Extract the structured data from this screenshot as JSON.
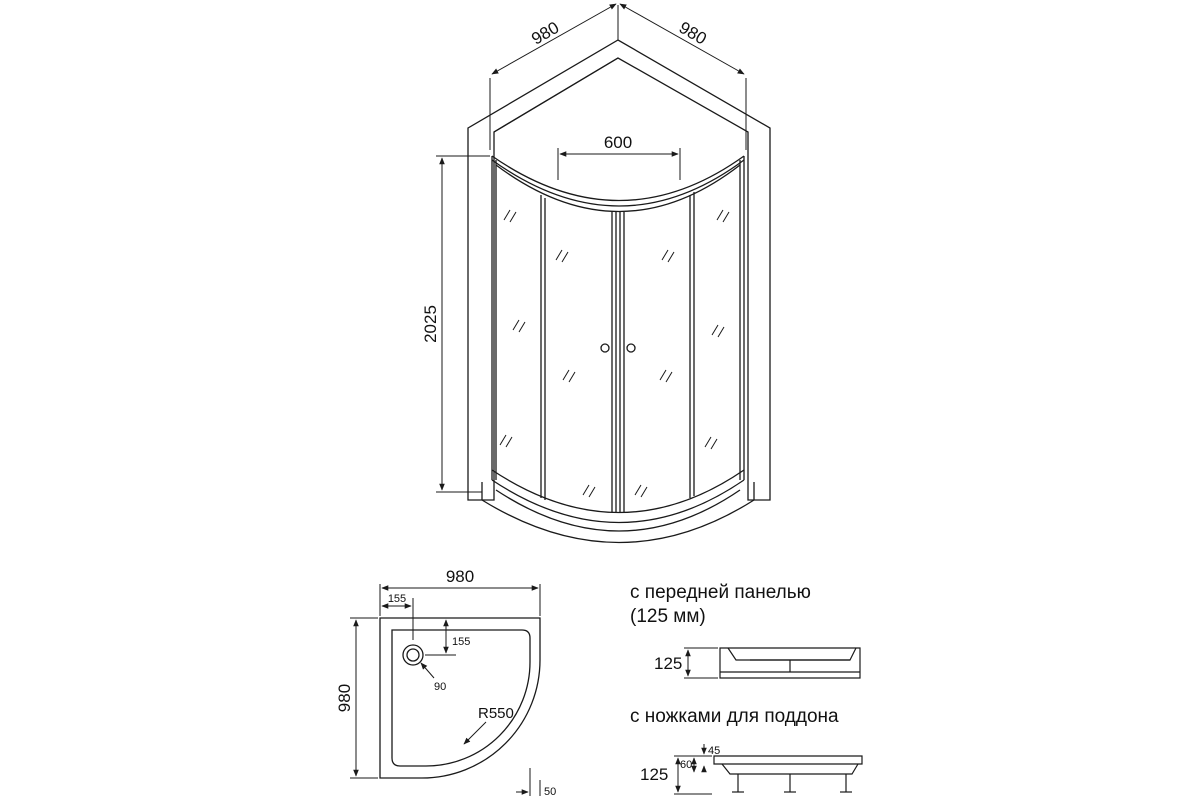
{
  "cabin": {
    "width_left": "980",
    "width_right": "980",
    "door_width": "600",
    "height": "2025"
  },
  "tray_plan": {
    "width": "980",
    "depth": "980",
    "drain_offset_x": "155",
    "drain_offset_y": "155",
    "drain_diameter": "90",
    "radius": "R550",
    "rim": "50"
  },
  "variants": {
    "panel_caption_line1": "с передней панелью",
    "panel_caption_line2": "(125 мм)",
    "panel_height": "125",
    "legs_caption": "с ножками для поддона",
    "legs_height": "125",
    "legs_tray_height": "60",
    "legs_rim_height": "45"
  },
  "colors": {
    "line": "#1a1a1a",
    "background": "#ffffff"
  }
}
